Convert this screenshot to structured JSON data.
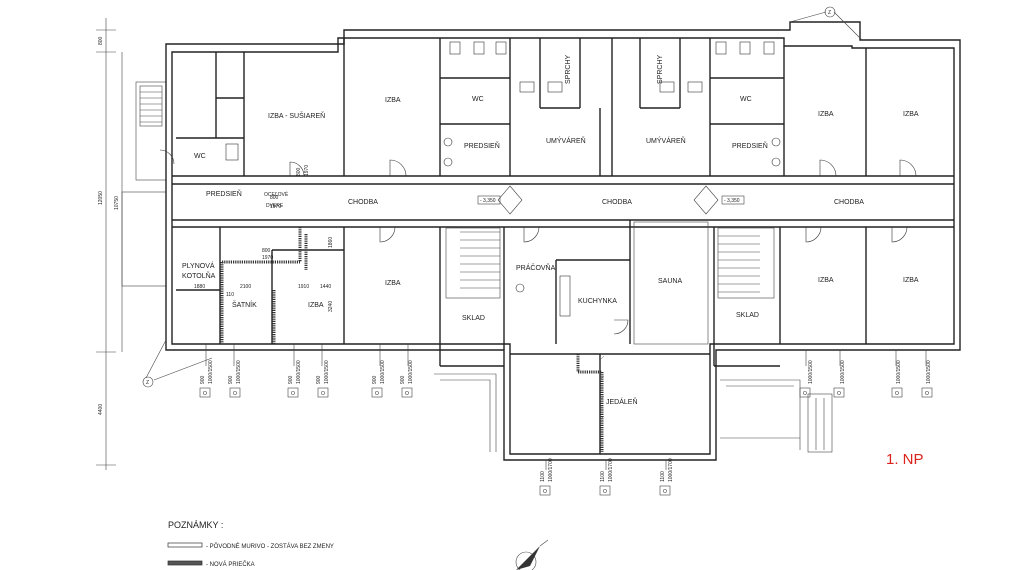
{
  "drawing": {
    "floor_label": "1. NP",
    "notes_title": "POZNÁMKY :",
    "legend": [
      {
        "text": "- PÔVODNÉ MURIVO - ZOSTÁVA BEZ ZMENY"
      },
      {
        "text": "- NOVÁ PRIEČKA"
      }
    ],
    "rooms": {
      "izba_susiaren": "IZBA - SUŠIAREŇ",
      "izba_1": "IZBA",
      "izba_2": "IZBA",
      "izba_3": "IZBA",
      "izba_4": "IZBA",
      "izba_5": "IZBA",
      "izba_6": "IZBA",
      "izba_small": "IZBA",
      "wc_left": "WC",
      "wc_2": "WC",
      "wc_3": "WC",
      "predsien_left": "PREDSIEŇ",
      "predsien_2": "PREDSIEŇ",
      "predsien_3": "PREDSIEŇ",
      "umyvaren_1": "UMÝVÁREŇ",
      "umyvaren_2": "UMÝVÁREŇ",
      "sprchy_1": "SPRCHY",
      "sprchy_2": "SPRCHY",
      "chodba_1": "CHODBA",
      "chodba_2": "CHODBA",
      "chodba_3": "CHODBA",
      "plynova_1": "PLYNOVÁ",
      "plynova_2": "KOTOLŇA",
      "satnik": "ŠATNÍK",
      "sklad_1": "SKLAD",
      "sklad_2": "SKLAD",
      "pracovna": "PRÁČOVŇA",
      "kuchynka": "KUCHYNKA",
      "sauna": "SAUNA",
      "jedalen": "JEDÁLEŇ",
      "ocelove_1": "OCEĽOVÉ",
      "ocelove_2": "DVERE"
    },
    "levels": {
      "l1": "- 3,350",
      "l2": "- 3,350"
    },
    "section_mark": "Z",
    "dimensions": {
      "left_top": "800",
      "left_mid": "12050",
      "left_mid2": "10750",
      "left_bot": "4400",
      "d_1880": "1880",
      "d_2100": "2100",
      "d_1440": "1440",
      "d_1910": "1910",
      "d_110": "110",
      "d_3240": "3240",
      "d_800a": "800",
      "d_1970a": "1970",
      "d_800b": "800",
      "d_1970b": "1970",
      "d_800c": "800",
      "d_1970c": "1970",
      "d_1860": "1860",
      "win_900": "900",
      "win_1000_1500": "1000/1500",
      "win_1000_1700": "1000/1700",
      "win_1100": "1100",
      "win_code": "O"
    }
  }
}
